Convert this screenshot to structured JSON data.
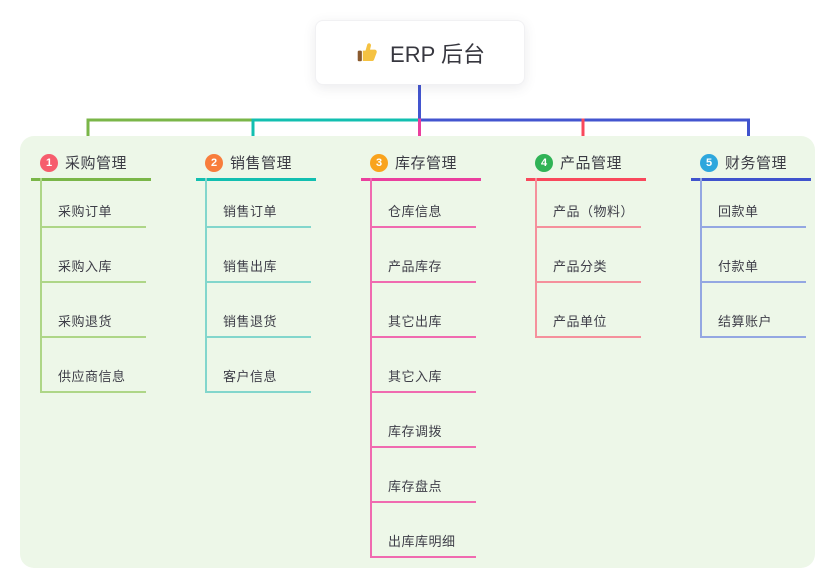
{
  "root": {
    "label": "ERP 后台",
    "icon": "thumbs-up-icon"
  },
  "colors": {
    "page_bg": "#ffffff",
    "canvas_bg": "#edf7e8",
    "root_text": "#37373f",
    "node_text": "#3e3e48",
    "trunk_blue": "#4355cf"
  },
  "branches": [
    {
      "num": "1",
      "label": "采购管理",
      "badge_color": "#f65d6d",
      "line_color": "#7ab648",
      "child_line_color": "#aed687",
      "drop_color": "#7ab648",
      "children": [
        "采购订单",
        "采购入库",
        "采购退货",
        "供应商信息"
      ]
    },
    {
      "num": "2",
      "label": "销售管理",
      "badge_color": "#f87d3c",
      "line_color": "#12bfb0",
      "child_line_color": "#82d6cc",
      "drop_color": "#12bfb0",
      "children": [
        "销售订单",
        "销售出库",
        "销售退货",
        "客户信息"
      ]
    },
    {
      "num": "3",
      "label": "库存管理",
      "badge_color": "#f9a31d",
      "line_color": "#ea3f9e",
      "child_line_color": "#f06ab0",
      "drop_color": "#ea3f9e",
      "children": [
        "仓库信息",
        "产品库存",
        "其它出库",
        "其它入库",
        "库存调拨",
        "库存盘点",
        "出库库明细"
      ]
    },
    {
      "num": "4",
      "label": "产品管理",
      "badge_color": "#30b356",
      "line_color": "#f9485c",
      "child_line_color": "#f5909c",
      "drop_color": "#f9485c",
      "children": [
        "产品（物料）",
        "产品分类",
        "产品单位"
      ]
    },
    {
      "num": "5",
      "label": "财务管理",
      "badge_color": "#2ea7dd",
      "line_color": "#4053cd",
      "child_line_color": "#94a7e2",
      "drop_color": "#4053cd",
      "children": [
        "回款单",
        "付款单",
        "结算账户"
      ]
    }
  ]
}
